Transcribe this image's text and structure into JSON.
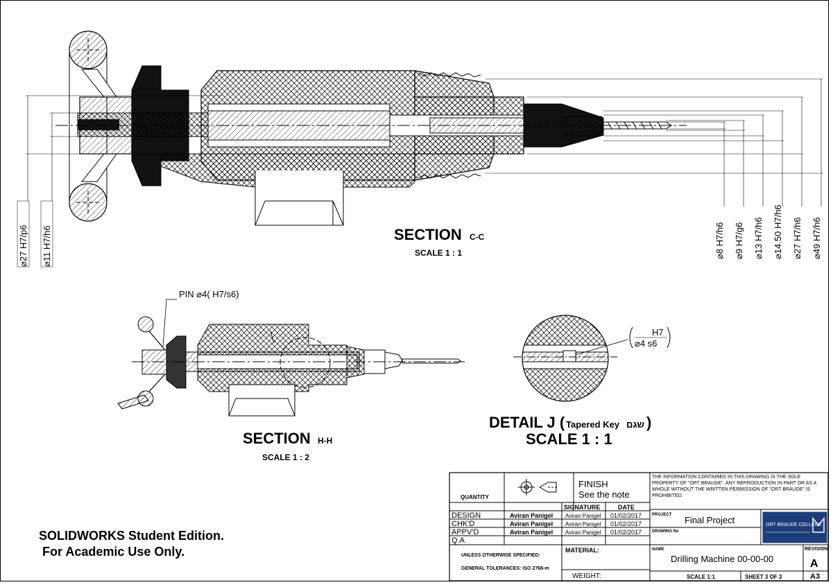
{
  "views": {
    "section_cc": {
      "title": "SECTION",
      "suffix": "C-C",
      "scale": "SCALE 1 : 1"
    },
    "section_hh": {
      "title": "SECTION",
      "suffix": "H-H",
      "scale": "SCALE 1 : 2"
    },
    "detail_j": {
      "title": "DETAIL J (",
      "subtitle": "Tapered Key",
      "hebrew": "שגם",
      "close": ")",
      "scale": "SCALE 1 : 1"
    }
  },
  "dimensions_left": [
    "⌀27 H7/p6",
    "⌀11 H7/h6"
  ],
  "dimensions_right": [
    "⌀8 H7/h6",
    "⌀9 H7/g6",
    "⌀13 H7/h6",
    "⌀14.50 H7/h6",
    "⌀27 H7/h6",
    "⌀49 H7/h6"
  ],
  "pin_callout": "PIN ⌀4( H7/s6)",
  "detail_tolerance": {
    "upper": "H7",
    "lower": "⌀4 s6"
  },
  "title_block": {
    "quantity": "QUANTITY",
    "finish_label": "FINISH",
    "finish_note": "See the note",
    "notice": "THE INFORMATION CONTAINED IN THIS DRAWING IS THE SOLE PROPERTY OF \"ORT BRAUDE\". ANY REPRODUCTION IN PART OR AS A WHOLE WITHOUT THE WRITTEN PERMISSION OF \"ORT BRAUDE\" IS PROHIBITED.",
    "signature_header": "SIGNATURE",
    "date_header": "DATE",
    "rows": [
      {
        "role": "DESIGN",
        "name": "Aviran Panigel",
        "signature": "Aviran Panigel",
        "date": "01/02/2017"
      },
      {
        "role": "CHK'D",
        "name": "Aviran Panigel",
        "signature": "Aviran Panigel",
        "date": "01/02/2017"
      },
      {
        "role": "APPV'D",
        "name": "Aviran Panigel",
        "signature": "Aviran Panigel",
        "date": "01/02/2017"
      },
      {
        "role": "Q.A",
        "name": "",
        "signature": "",
        "date": ""
      }
    ],
    "project_label": "PROJECT",
    "project": "Final Project",
    "drawing_no_label": "DRAWING No",
    "college": "ORT BRAUDE COLLEGE",
    "unless_specified": "UNLESS OTHERWISE SPECIFIED:",
    "tolerances": "GENERAL TOLERANCES: ISO 2768-m",
    "material": "MATERIAL:",
    "weight": "WEIGHT:",
    "name_label": "NAME",
    "name": "Drilling Machine 00-00-00",
    "revision_label": "REVISION",
    "revision": "A",
    "scale": "SCALE 1:1",
    "sheet": "SHEET 3 OF 3",
    "size": "A3"
  },
  "watermark": [
    "SOLIDWORKS Student Edition.",
    " For Academic Use Only."
  ]
}
